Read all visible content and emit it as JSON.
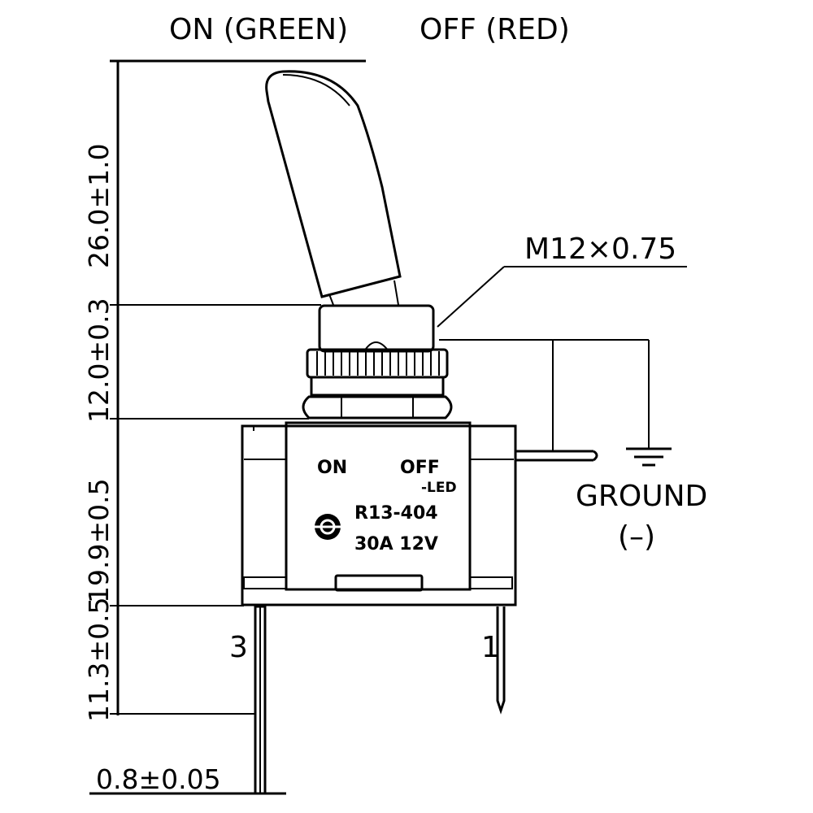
{
  "header": {
    "on_label": "ON (GREEN)",
    "off_label": "OFF (RED)"
  },
  "callouts": {
    "thread": "M12×0.75",
    "ground": "GROUND",
    "ground_polarity": "(–)"
  },
  "body_marking": {
    "on": "ON",
    "off": "OFF",
    "led": "-LED",
    "model": "R13-404",
    "rating": "30A 12V"
  },
  "terminals": {
    "left": "3",
    "right": "1"
  },
  "dimensions": {
    "lever_height": "26.0±1.0",
    "bushing_height": "12.0±0.3",
    "body_height": "19.9±0.5",
    "terminal_length": "11.3±0.5",
    "terminal_thickness": "0.8±0.05"
  }
}
